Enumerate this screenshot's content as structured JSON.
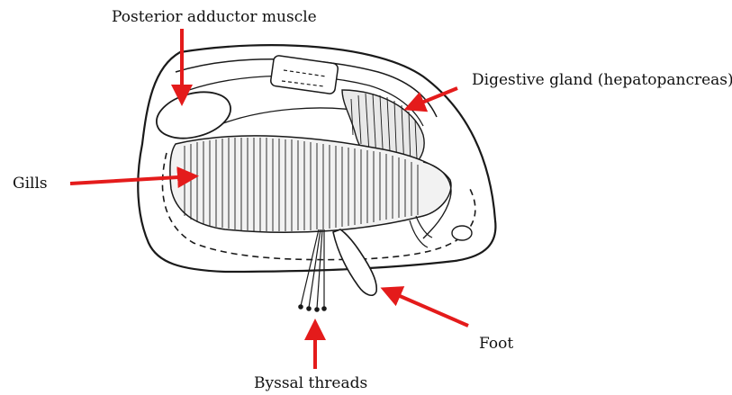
{
  "labels": {
    "posterior_adductor": "Posterior adductor muscle",
    "digestive_gland": "Digestive gland (hepatopancreas)",
    "gills": "Gills",
    "foot": "Foot",
    "byssal_threads": "Byssal threads"
  },
  "colors": {
    "arrow": "#e41b1b",
    "outline": "#1a1a1a",
    "background": "#ffffff"
  }
}
